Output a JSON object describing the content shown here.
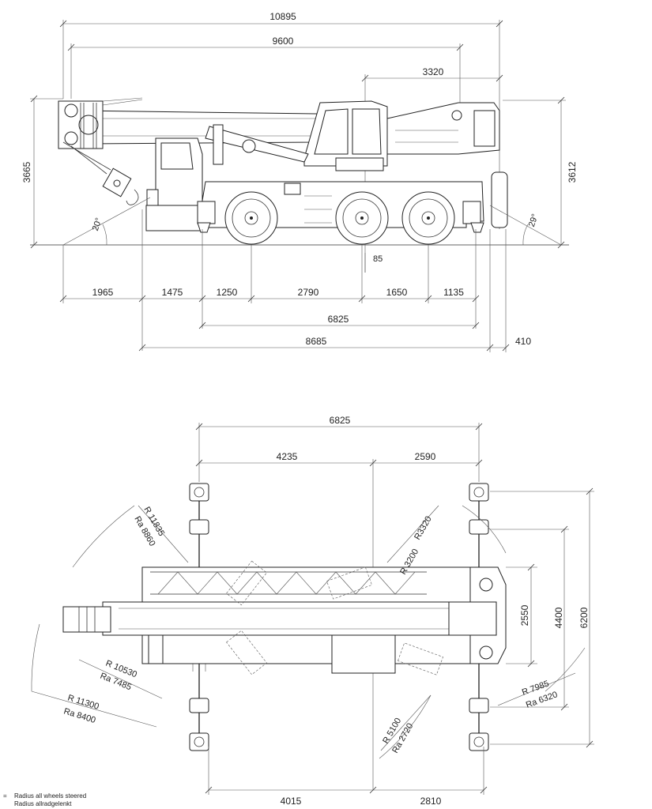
{
  "side_view": {
    "overall_length": "10895",
    "boom_length": "9600",
    "rear_overhang": "3320",
    "height_left": "3665",
    "height_right": "3612",
    "angle_front": "20°",
    "angle_rear": "29°",
    "ground_offset": "85",
    "dim_1965": "1965",
    "dim_1475": "1475",
    "dim_1250": "1250",
    "dim_2790": "2790",
    "dim_1650": "1650",
    "dim_1135": "1135",
    "outrigger_base": "6825",
    "chassis_length": "8685",
    "dim_410": "410"
  },
  "top_view": {
    "outrigger_base": "6825",
    "left_span": "4235",
    "right_span": "2590",
    "bottom_left": "4015",
    "bottom_right": "2810",
    "width_2550": "2550",
    "width_4400": "4400",
    "width_6200": "6200",
    "radius_boom_top": "R 11835",
    "ra_boom_top": "Ra 8860",
    "radius_3320": "R3320",
    "radius_3200": "R 3200",
    "radius_10530": "R 10530",
    "ra_7485": "Ra 7485",
    "radius_11300": "R 11300",
    "ra_8400": "Ra 8400",
    "radius_5100": "R 5100",
    "ra_2720": "Ra 2720",
    "radius_7985": "R 7985",
    "ra_6320": "Ra 6320"
  },
  "legend": {
    "symbol": "=",
    "line1": "Radius all wheels steered",
    "line2": "Radius allradgelenkt"
  }
}
